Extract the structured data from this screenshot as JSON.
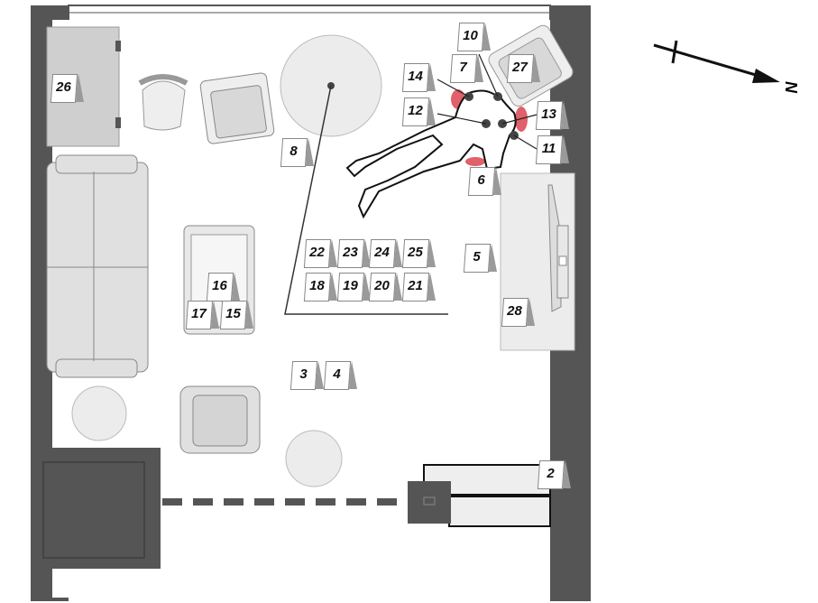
{
  "title": "Crime scene floor plan",
  "compass": {
    "label": "N"
  },
  "markers": [
    "2",
    "3",
    "4",
    "5",
    "6",
    "7",
    "8",
    "10",
    "11",
    "12",
    "13",
    "14",
    "15",
    "16",
    "17",
    "18",
    "19",
    "20",
    "21",
    "22",
    "23",
    "24",
    "25",
    "26",
    "27",
    "28"
  ],
  "colors": {
    "wall": "#555555",
    "furniture": "#dcdcdc",
    "blood": "#d62b3a",
    "marker_triangle": "#9a9a9a"
  }
}
